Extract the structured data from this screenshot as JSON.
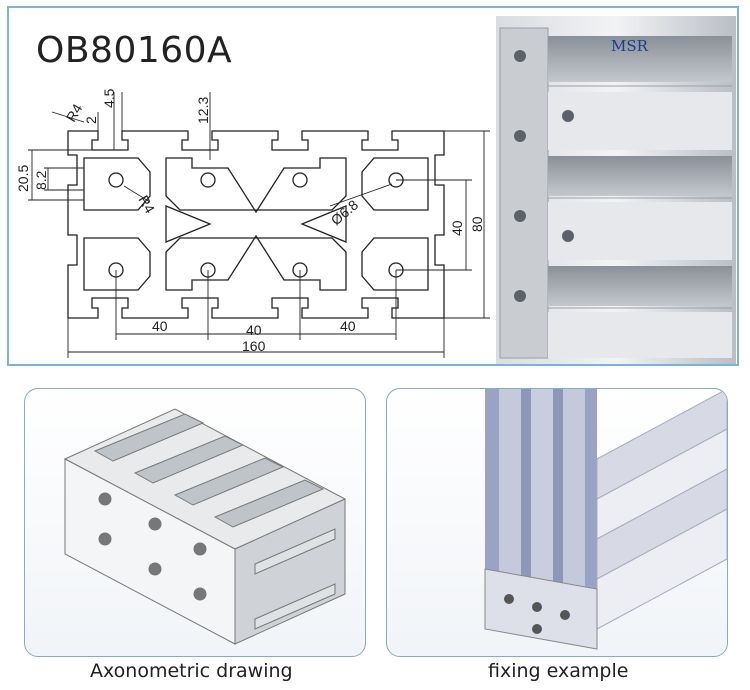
{
  "title": "OB80160A",
  "brand": "MSR",
  "dimensions": {
    "r4_top": "R4",
    "d2": "2",
    "d4_5": "4.5",
    "d12_3": "12.3",
    "d20_5": "20.5",
    "d8_2": "8.2",
    "r4_slot": "R4",
    "d6_8": "Ø6.8",
    "d40_v": "40",
    "d80": "80",
    "d40_a": "40",
    "d40_b": "40",
    "d40_c": "40",
    "d160": "160"
  },
  "captions": {
    "axonometric": "Axonometric drawing",
    "fixing": "fixing example"
  }
}
